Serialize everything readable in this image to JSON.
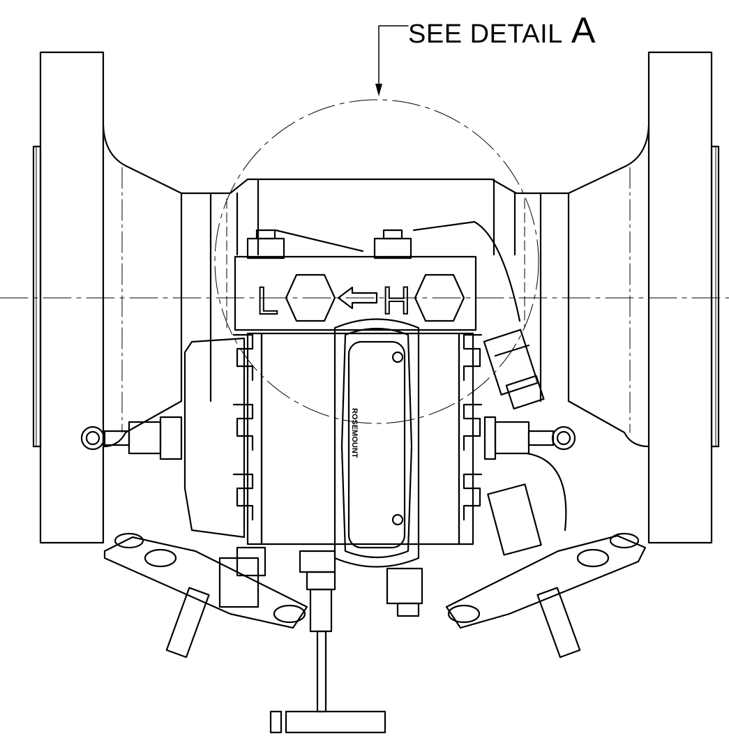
{
  "callout": {
    "label": "SEE DETAIL",
    "letter": "A"
  },
  "markings": {
    "low_side": "L",
    "high_side": "H",
    "brand_text": "ROSEMOUNT"
  },
  "colors": {
    "line": "#000000",
    "background": "#ffffff"
  }
}
